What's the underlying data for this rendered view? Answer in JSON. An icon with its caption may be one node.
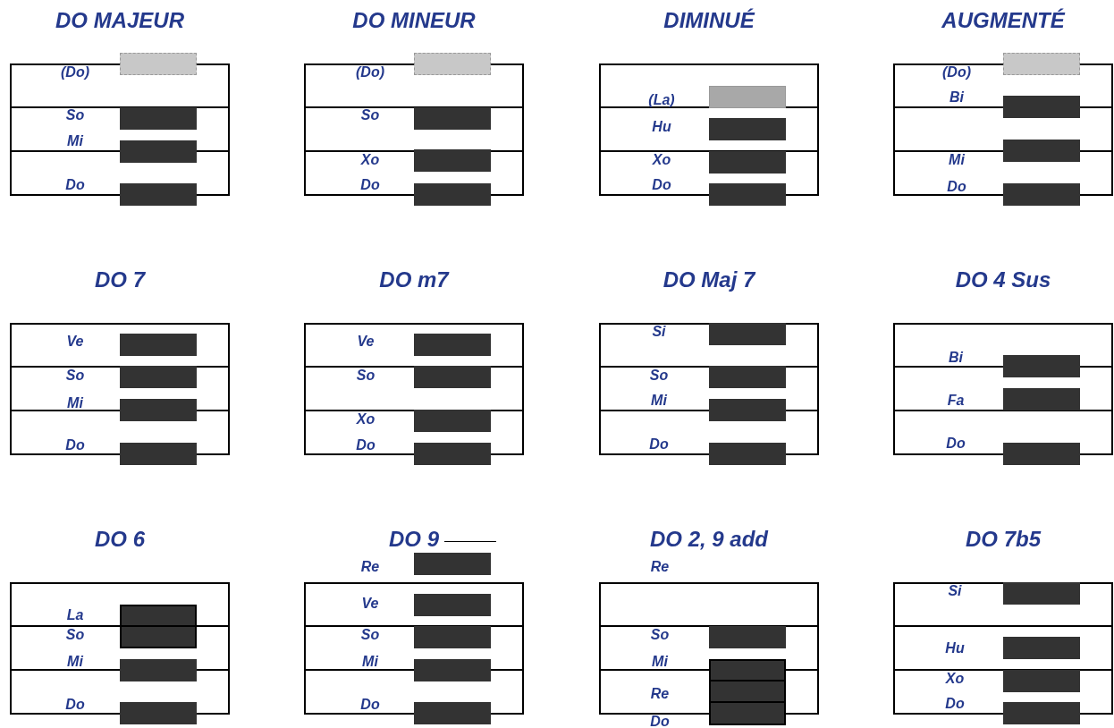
{
  "diagram": {
    "nodes": [
      {
        "text": [
          "DO MAJEUR",
          "(Do)",
          "So",
          "Mi",
          "Do"
        ]
      },
      {
        "text": [
          "DO MINEUR",
          "(Do)",
          "So",
          "Xo",
          "Do"
        ]
      },
      {
        "text": [
          "DIMINUÉ",
          "(La)",
          "Hu",
          "Xo",
          "Do"
        ]
      },
      {
        "text": [
          "AUGMENTÉ",
          "(Do)",
          "Bi",
          "Mi",
          "Do"
        ]
      },
      {
        "text": [
          "DO 7",
          "Ve",
          "So",
          "Mi",
          "Do"
        ]
      },
      {
        "text": [
          "DO m7",
          "Ve",
          "So",
          "Xo",
          "Do"
        ]
      },
      {
        "text": [
          "DO Maj 7",
          "Si",
          "So",
          "Mi",
          "Do"
        ]
      },
      {
        "text": [
          "DO 4 Sus",
          "Bi",
          "Fa",
          "Do"
        ]
      },
      {
        "text": [
          "DO 6",
          "La",
          "So",
          "Mi",
          "Do"
        ]
      },
      {
        "text": [
          "DO 9",
          "Re",
          "Ve",
          "So",
          "Mi",
          "Do"
        ]
      },
      {
        "text": [
          "DO 2, 9 add",
          "Re",
          "So",
          "Mi",
          "Re",
          "Do"
        ]
      },
      {
        "text": [
          "DO 7b5",
          "Si",
          "Hu",
          "Xo",
          "Do"
        ]
      }
    ]
  }
}
